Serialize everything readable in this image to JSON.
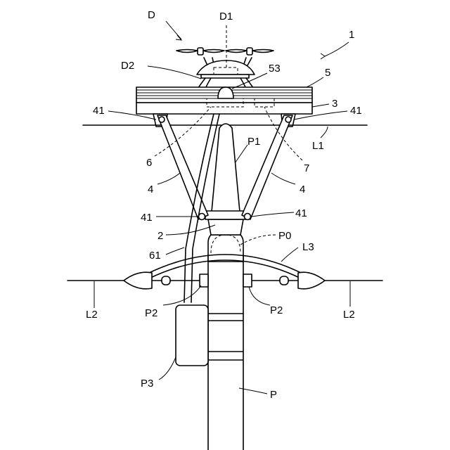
{
  "labels": {
    "D": "D",
    "D1": "D1",
    "D2": "D2",
    "ref_1": "1",
    "ref_53": "53",
    "ref_5": "5",
    "ref_3": "3",
    "ref_41_upper_left": "41",
    "ref_41_upper_right": "41",
    "L1": "L1",
    "P1": "P1",
    "ref_6": "6",
    "ref_7": "7",
    "ref_4_left": "4",
    "ref_4_right": "4",
    "ref_41_lower_left": "41",
    "ref_41_lower_right": "41",
    "ref_2": "2",
    "P0": "P0",
    "ref_61": "61",
    "L3": "L3",
    "L2_left": "L2",
    "L2_right": "L2",
    "P2_left": "P2",
    "P2_right": "P2",
    "P3": "P3",
    "P": "P"
  }
}
